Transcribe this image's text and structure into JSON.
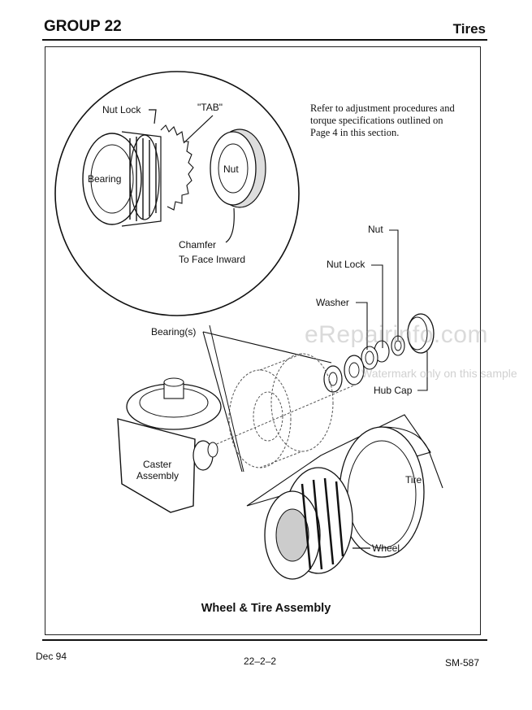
{
  "header": {
    "group": "GROUP 22",
    "section": "Tires"
  },
  "note": "Refer to adjustment procedures and torque specifications outlined on Page 4 in this section.",
  "labels": {
    "nut_lock_detail": "Nut Lock",
    "tab": "\"TAB\"",
    "bearing_detail": "Bearing",
    "nut_detail": "Nut",
    "chamfer_line1": "Chamfer",
    "chamfer_line2": "To Face Inward",
    "nut": "Nut",
    "nut_lock": "Nut Lock",
    "washer": "Washer",
    "bearings": "Bearing(s)",
    "hub_cap": "Hub Cap",
    "caster_line1": "Caster",
    "caster_line2": "Assembly",
    "tire": "Tire",
    "wheel": "Wheel"
  },
  "caption": "Wheel & Tire Assembly",
  "watermark": {
    "main": "eRepairinfo.com",
    "sub": "Watermark only on this sample"
  },
  "footer": {
    "date": "Dec 94",
    "page": "22–2–2",
    "doc": "SM-587"
  }
}
